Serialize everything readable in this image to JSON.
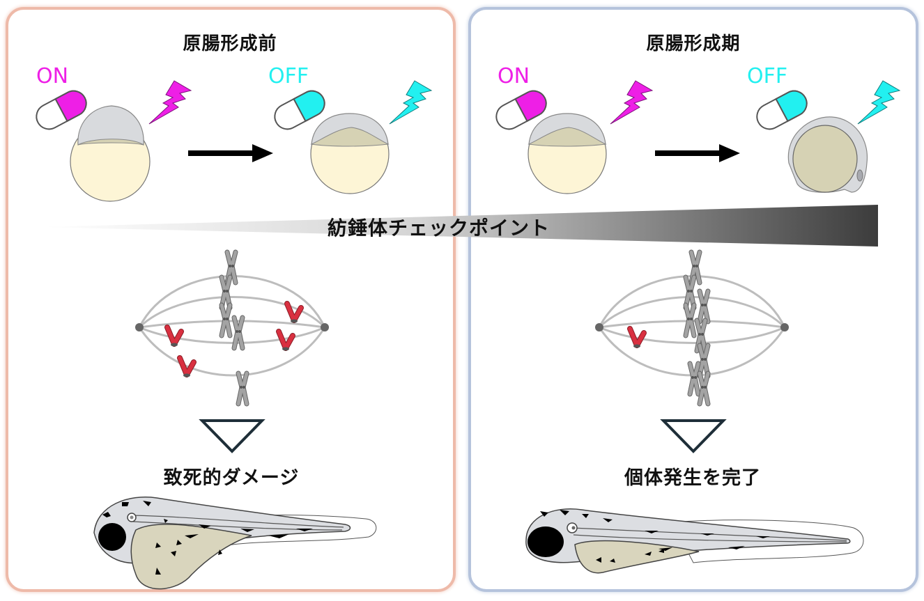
{
  "panels": {
    "left": {
      "title": "原腸形成前",
      "on_label": "ON",
      "off_label": "OFF",
      "outcome": "致死的ダメージ",
      "border_color": "#eebaa9"
    },
    "right": {
      "title": "原腸形成期",
      "on_label": "ON",
      "off_label": "OFF",
      "outcome": "個体発生を完了",
      "border_color": "#b5c3dc"
    }
  },
  "checkpoint_bar": {
    "label": "紡錘体チェックポイント",
    "gradient": [
      "#ffffff",
      "#d0d0d0",
      "#3a3a3a"
    ]
  },
  "colors": {
    "on": "#ee1fe6",
    "off": "#22f0f0",
    "yolk": "#fdf5d6",
    "blastoderm": "#d8dadd",
    "misaligned_chromosome": "#d93040",
    "aligned_chromosome": "#9a9a9a"
  },
  "icons": {
    "drug": "capsule-icon",
    "stimulus": "lightning-icon",
    "transition": "arrow-right-icon",
    "result": "triangle-down-icon"
  }
}
